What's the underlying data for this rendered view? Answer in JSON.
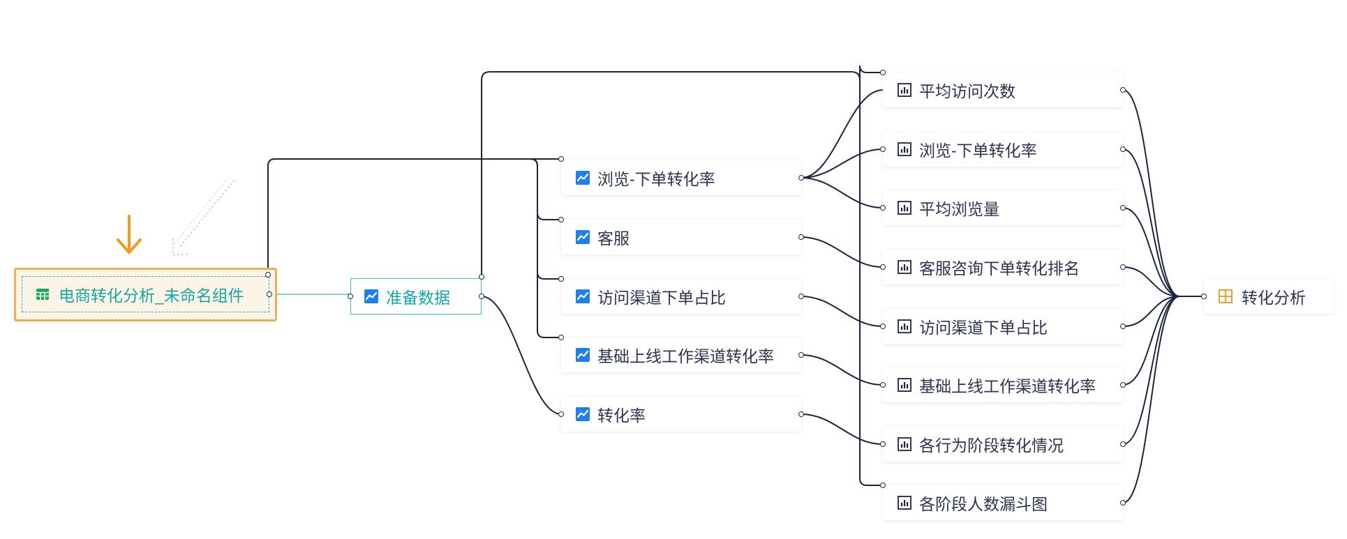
{
  "colors": {
    "line": "#1c2340",
    "accent_teal": "#16a6a1",
    "source_border": "#f2ad54",
    "source_fill": "#fdf4e8",
    "chart_icon": "#1d7ff0",
    "table_icon": "#1aa653",
    "dashboard_icon": "#f0a030",
    "drop_arrow": "#ef9b1e"
  },
  "source": {
    "label": "电商转化分析_未命名组件",
    "icon": "table-icon"
  },
  "prep": {
    "label": "准备数据",
    "icon": "line-chart-icon"
  },
  "middle_nodes": [
    {
      "id": "m0",
      "label": "浏览-下单转化率",
      "icon": "line-chart-icon"
    },
    {
      "id": "m1",
      "label": "客服",
      "icon": "line-chart-icon"
    },
    {
      "id": "m2",
      "label": "访问渠道下单占比",
      "icon": "line-chart-icon"
    },
    {
      "id": "m3",
      "label": "基础上线工作渠道转化率",
      "icon": "line-chart-icon"
    },
    {
      "id": "m4",
      "label": "转化率",
      "icon": "line-chart-icon"
    }
  ],
  "right_nodes": [
    {
      "id": "r0",
      "label": "平均访问次数",
      "icon": "bar-chart-icon"
    },
    {
      "id": "r1",
      "label": "浏览-下单转化率",
      "icon": "bar-chart-icon"
    },
    {
      "id": "r2",
      "label": "平均浏览量",
      "icon": "bar-chart-icon"
    },
    {
      "id": "r3",
      "label": "客服咨询下单转化排名",
      "icon": "bar-chart-icon"
    },
    {
      "id": "r4",
      "label": "访问渠道下单占比",
      "icon": "bar-chart-icon"
    },
    {
      "id": "r5",
      "label": "基础上线工作渠道转化率",
      "icon": "bar-chart-icon"
    },
    {
      "id": "r6",
      "label": "各行为阶段转化情况",
      "icon": "bar-chart-icon"
    },
    {
      "id": "r7",
      "label": "各阶段人数漏斗图",
      "icon": "bar-chart-icon"
    }
  ],
  "target": {
    "label": "转化分析",
    "icon": "dashboard-icon"
  },
  "edges": [
    {
      "from": "source",
      "to": "m0"
    },
    {
      "from": "source",
      "to": "m1"
    },
    {
      "from": "source",
      "to": "m2"
    },
    {
      "from": "source",
      "to": "m3"
    },
    {
      "from": "source",
      "to": "prep"
    },
    {
      "from": "prep",
      "to": "m4"
    },
    {
      "from": "prep",
      "to": "r0"
    },
    {
      "from": "prep",
      "to": "r7"
    },
    {
      "from": "m0",
      "to": "r0"
    },
    {
      "from": "m0",
      "to": "r1"
    },
    {
      "from": "m0",
      "to": "r2"
    },
    {
      "from": "m1",
      "to": "r3"
    },
    {
      "from": "m2",
      "to": "r4"
    },
    {
      "from": "m3",
      "to": "r5"
    },
    {
      "from": "m4",
      "to": "r6"
    },
    {
      "from": "r0",
      "to": "target"
    },
    {
      "from": "r1",
      "to": "target"
    },
    {
      "from": "r2",
      "to": "target"
    },
    {
      "from": "r3",
      "to": "target"
    },
    {
      "from": "r4",
      "to": "target"
    },
    {
      "from": "r5",
      "to": "target"
    },
    {
      "from": "r6",
      "to": "target"
    },
    {
      "from": "r7",
      "to": "target"
    }
  ]
}
